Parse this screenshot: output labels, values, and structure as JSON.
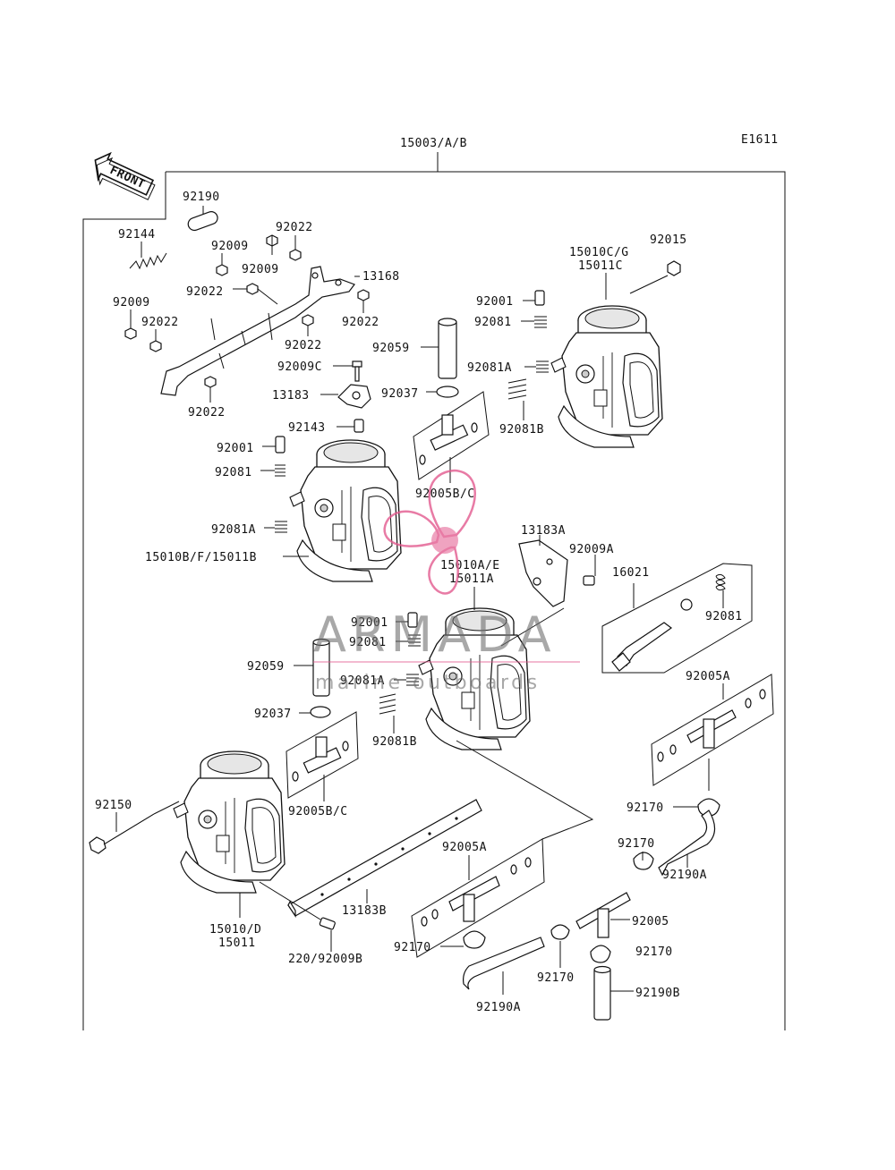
{
  "diagram": {
    "ref_code": "E1611",
    "front_label": "FRONT",
    "assembly_label": "15003/A/B",
    "labels": {
      "92190_top": "92190",
      "92144": "92144",
      "92009_a": "92009",
      "92009_b": "92009",
      "92009_c": "92009",
      "92022_a": "92022",
      "92022_b": "92022",
      "92022_c": "92022",
      "92022_d": "92022",
      "92022_e": "92022",
      "92022_f": "92022",
      "13168": "13168",
      "92059_top": "92059",
      "92009C": "92009C",
      "13183": "13183",
      "92037_top": "92037",
      "92143": "92143",
      "92001_left": "92001",
      "92081_left": "92081",
      "92081A_left": "92081A",
      "15010BF": "15010B/F/15011B",
      "92005BC_top": "92005B/C",
      "15010CG": "15010C/G",
      "15011C": "15011C",
      "92015": "92015",
      "92001_right": "92001",
      "92081_right": "92081",
      "92081A_right": "92081A",
      "92081B_right": "92081B",
      "13183A": "13183A",
      "92009A": "92009A",
      "15010AE": "15010A/E",
      "15011A": "15011A",
      "16021": "16021",
      "92081_kit": "92081",
      "92001_mid": "92001",
      "92081_mid": "92081",
      "92059_mid": "92059",
      "92081A_mid": "92081A",
      "92037_mid": "92037",
      "92081B_mid": "92081B",
      "92005BC_mid": "92005B/C",
      "92005A_right": "92005A",
      "92150": "92150",
      "92170_a": "92170",
      "92170_b": "92170",
      "92005A_mid": "92005A",
      "92190A_right": "92190A",
      "92005": "92005",
      "13183B": "13183B",
      "92170_c": "92170",
      "92170_d": "92170",
      "92170_e": "92170",
      "15010D": "15010/D",
      "15011": "15011",
      "220_92009B": "220/92009B",
      "92190A_bottom": "92190A",
      "92190B": "92190B"
    }
  },
  "watermark": {
    "brand": "ARMADA",
    "tagline": "marine outboards",
    "color": "#e35b8f",
    "grey": "#6e6e6e"
  }
}
